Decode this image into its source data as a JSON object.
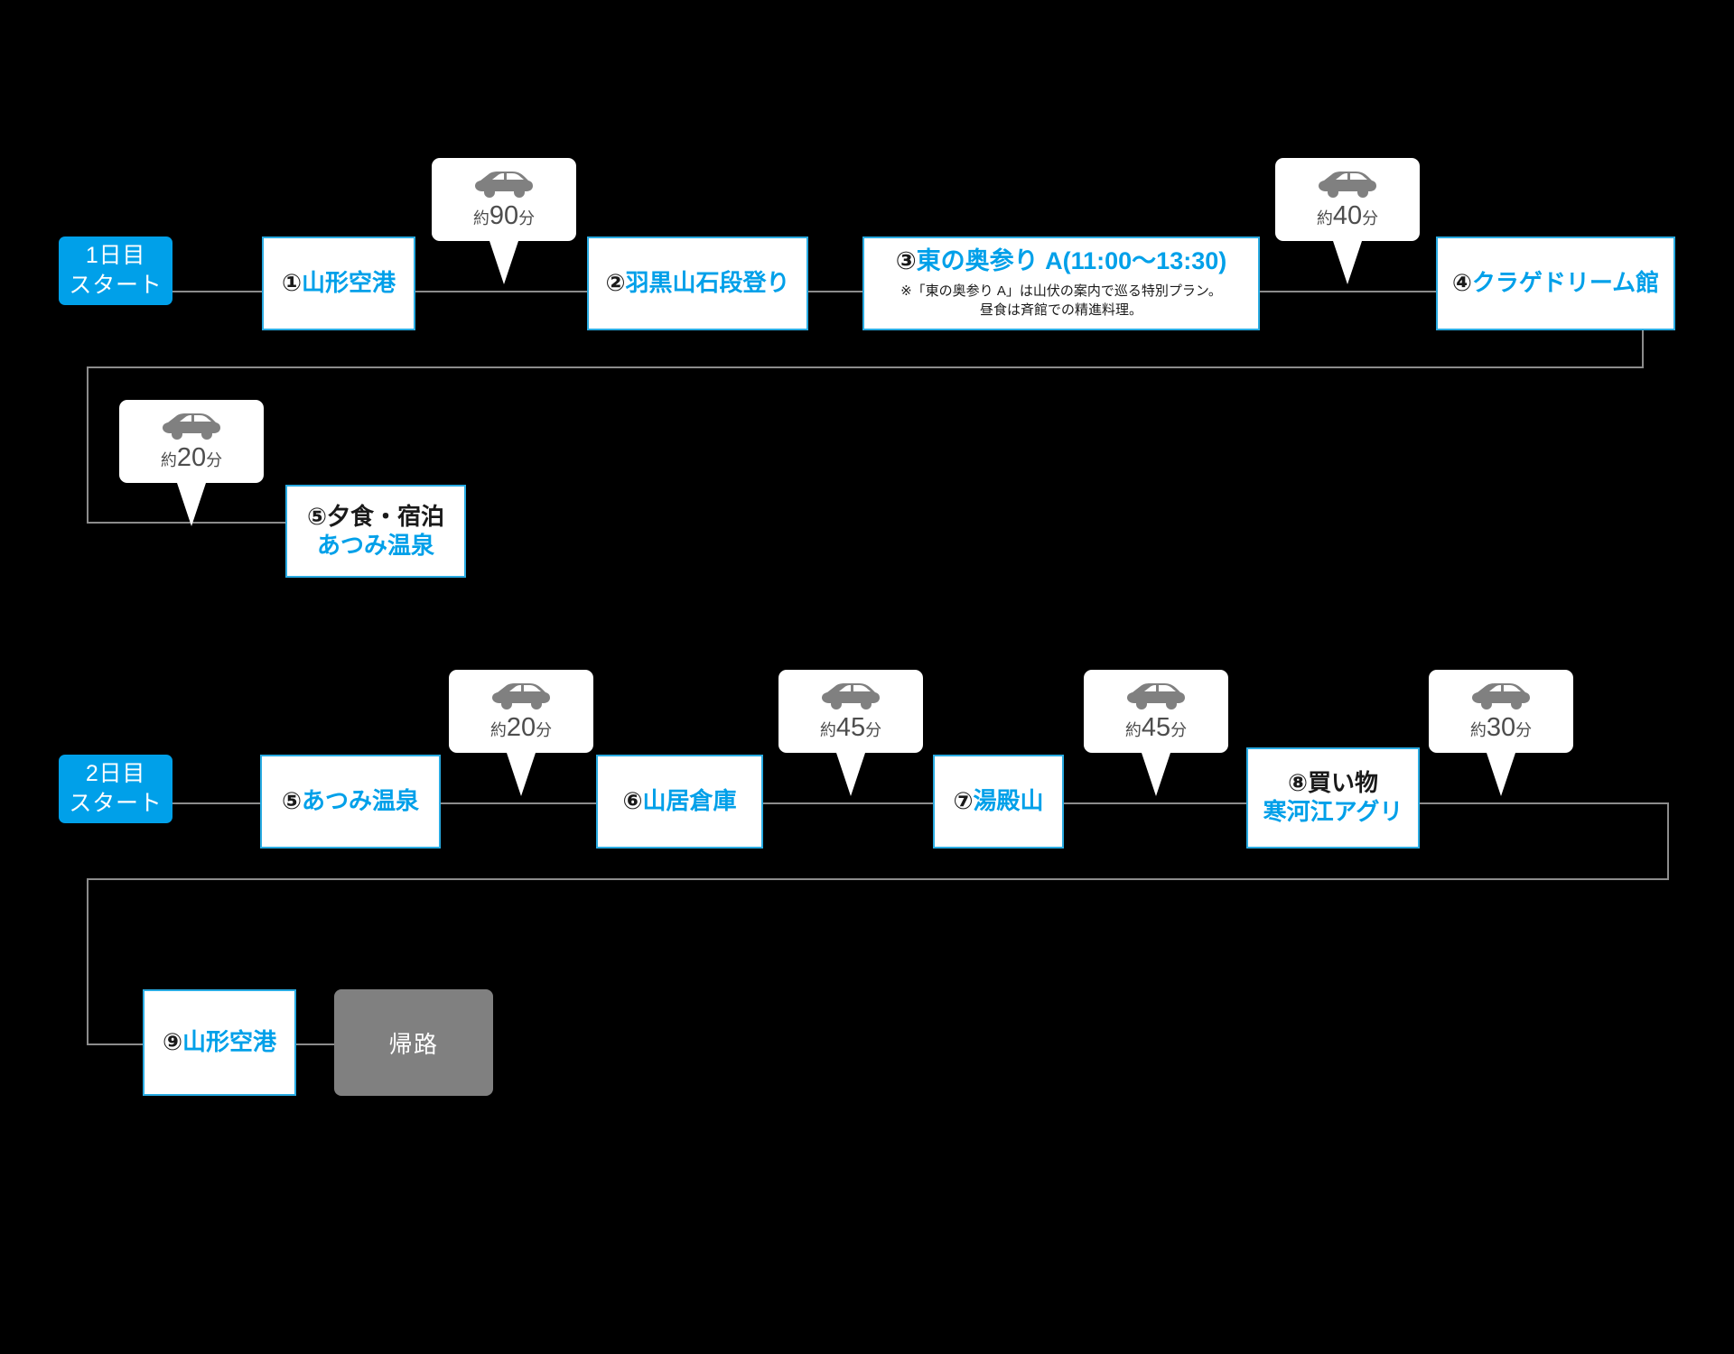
{
  "meta": {
    "accent_blue": "#00A0E9",
    "border_blue": "#29ABE2",
    "bubble_gray_text": "#4d4d4d",
    "line_gray": "#8c8c8c",
    "end_gray": "#808080",
    "background": "#000000"
  },
  "day1": {
    "start": {
      "line1": "1日目",
      "line2": "スタート"
    },
    "nodes": [
      {
        "num": "①",
        "title": "山形空港"
      },
      {
        "num": "②",
        "title": "羽黒山石段登り"
      },
      {
        "num": "③",
        "title": "東の奥参り A(11:00〜13:30)",
        "note1": "※「東の奥参り A」は山伏の案内で巡る特別プラン。",
        "note2": "昼食は斉館での精進料理。"
      },
      {
        "num": "④",
        "title": "クラゲドリーム館"
      },
      {
        "num": "⑤",
        "title": "夕食・宿泊",
        "subtitle": "あつみ温泉"
      }
    ],
    "travel": [
      {
        "icon": "car-icon",
        "prefix": "約",
        "value": "90",
        "unit": "分"
      },
      {
        "icon": "car-icon",
        "prefix": "約",
        "value": "40",
        "unit": "分"
      },
      {
        "icon": "car-icon",
        "prefix": "約",
        "value": "20",
        "unit": "分"
      }
    ]
  },
  "day2": {
    "start": {
      "line1": "2日目",
      "line2": "スタート"
    },
    "nodes": [
      {
        "num": "⑤",
        "title": "あつみ温泉"
      },
      {
        "num": "⑥",
        "title": "山居倉庫"
      },
      {
        "num": "⑦",
        "title": "湯殿山"
      },
      {
        "num": "⑧",
        "title": "買い物",
        "subtitle": "寒河江アグリ"
      },
      {
        "num": "⑨",
        "title": "山形空港"
      }
    ],
    "travel": [
      {
        "icon": "car-icon",
        "prefix": "約",
        "value": "20",
        "unit": "分"
      },
      {
        "icon": "car-icon",
        "prefix": "約",
        "value": "45",
        "unit": "分"
      },
      {
        "icon": "car-icon",
        "prefix": "約",
        "value": "45",
        "unit": "分"
      },
      {
        "icon": "car-icon",
        "prefix": "約",
        "value": "30",
        "unit": "分"
      }
    ],
    "end": {
      "label": "帰路"
    }
  }
}
